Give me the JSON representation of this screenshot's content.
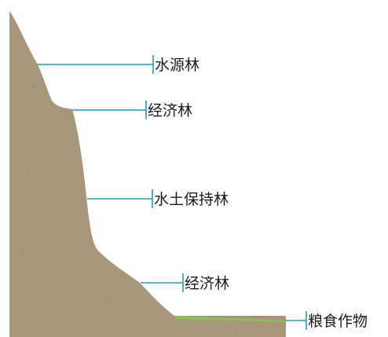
{
  "diagram": {
    "labels": [
      {
        "id": "label-water-source-forest",
        "text": "水源林"
      },
      {
        "id": "label-economic-forest-upper",
        "text": "经济林"
      },
      {
        "id": "label-soil-water-conservation-forest",
        "text": "水土保持林"
      },
      {
        "id": "label-economic-forest-lower",
        "text": "经济林"
      },
      {
        "id": "label-grain-crops",
        "text": "粮食作物"
      }
    ],
    "colors": {
      "hill": "#a8967a",
      "hill_speckle": "#8e7c62",
      "crop_field": "#8fbf5a",
      "leader_line": "#1aa0b8",
      "text": "#1a1a1a"
    }
  }
}
